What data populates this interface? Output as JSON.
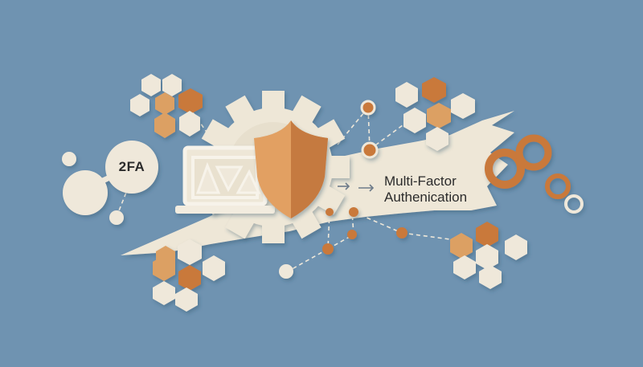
{
  "badge": {
    "text": "2FA"
  },
  "banner": {
    "line1": "Multi-Factor",
    "line2": "Authenication"
  },
  "colors": {
    "background": "#6f93b1",
    "cream": "#efe8da",
    "orange_light": "#dca064",
    "orange_dark": "#c9793b",
    "shield_light": "#e2a062",
    "shield_dark": "#c57a3f"
  },
  "icons": [
    "gear-icon",
    "shield-icon",
    "monitor-icon",
    "hexagon-cluster-icon",
    "node-link-icon",
    "ring-chain-icon",
    "arrow-right-icon"
  ]
}
